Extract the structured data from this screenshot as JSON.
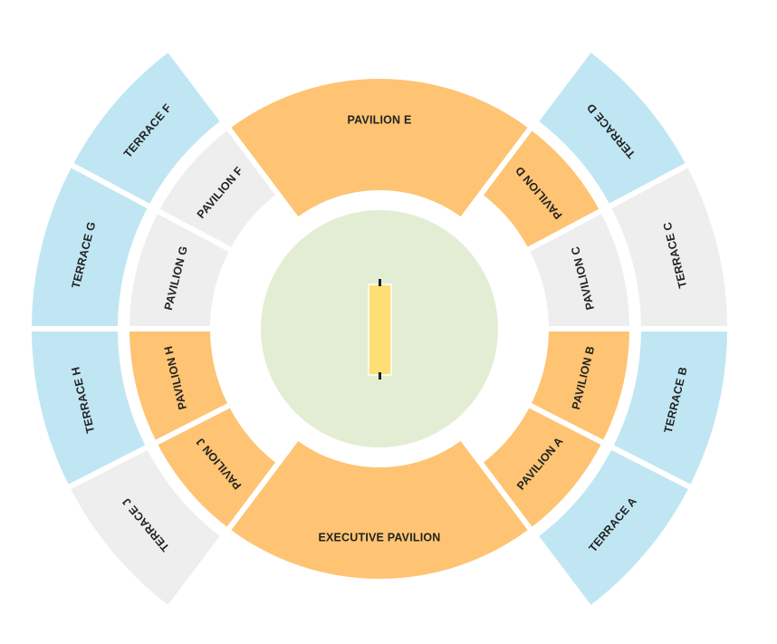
{
  "colors": {
    "pavilion": "#FEC473",
    "general": "#EEEEEE",
    "terrace": "#C0E6F3",
    "field": "#E3EDD3",
    "pitch": "#FEDF76",
    "stumps": "#222222"
  },
  "inner_ring": [
    {
      "label": "PAVILION E",
      "from": -37,
      "to": 37,
      "kind": "pavilion",
      "deep": true
    },
    {
      "label": "PAVILION D",
      "from": 37,
      "to": 62,
      "kind": "pavilion"
    },
    {
      "label": "PAVILION C",
      "from": 62,
      "to": 90,
      "kind": "general"
    },
    {
      "label": "PAVILION B",
      "from": 90,
      "to": 117,
      "kind": "pavilion"
    },
    {
      "label": "PAVILION A",
      "from": 117,
      "to": 143,
      "kind": "pavilion"
    },
    {
      "label": "EXECUTIVE PAVILION",
      "from": 143,
      "to": 217,
      "kind": "pavilion",
      "deep": true
    },
    {
      "label": "PAVILION J",
      "from": 217,
      "to": 243,
      "kind": "pavilion"
    },
    {
      "label": "PAVILION H",
      "from": 243,
      "to": 270,
      "kind": "pavilion"
    },
    {
      "label": "PAVILION G",
      "from": 270,
      "to": 298,
      "kind": "general"
    },
    {
      "label": "PAVILION F",
      "from": 298,
      "to": 323,
      "kind": "general"
    }
  ],
  "outer_ring": [
    {
      "label": "TERRACE D",
      "from": 37,
      "to": 62,
      "kind": "terrace"
    },
    {
      "label": "TERRACE C",
      "from": 62,
      "to": 90,
      "kind": "general"
    },
    {
      "label": "TERRACE B",
      "from": 90,
      "to": 117,
      "kind": "terrace"
    },
    {
      "label": "TERRACE A",
      "from": 117,
      "to": 143,
      "kind": "terrace"
    },
    {
      "label": "TERRACE J",
      "from": 217,
      "to": 243,
      "kind": "general"
    },
    {
      "label": "TERRACE H",
      "from": 243,
      "to": 270,
      "kind": "terrace"
    },
    {
      "label": "TERRACE G",
      "from": 270,
      "to": 298,
      "kind": "terrace"
    },
    {
      "label": "TERRACE F",
      "from": 298,
      "to": 323,
      "kind": "terrace"
    }
  ]
}
